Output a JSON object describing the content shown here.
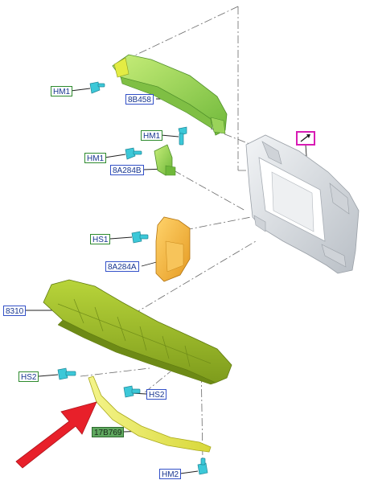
{
  "callouts": {
    "hm1_top": "HM1",
    "part_8b458": "8B458",
    "hm1_mid": "HM1",
    "hm1_left": "HM1",
    "part_8a284b": "8A284B",
    "hs1": "HS1",
    "part_8a284a": "8A284A",
    "part_8310": "8310",
    "hs2_left": "HS2",
    "hs2_right": "HS2",
    "part_17b769": "17B769",
    "hm2": "HM2"
  },
  "icons": {
    "reference_callout": "pencil-arrow-icon",
    "pointer": "red-arrow-icon"
  },
  "colors": {
    "fastener_border": "#2e8b2e",
    "part_border": "#3250c8",
    "label_text": "#17358f",
    "reference_border": "#d81bb4",
    "arrow": "#e8202a",
    "bracket_green": "#8fd14f",
    "deflector_olive": "#9fbf2a",
    "duct_orange": "#f2b33d",
    "trim_yellow": "#e6e65a",
    "carrier_grey": "#d9dde2",
    "fastener_cyan": "#3cc8d8"
  }
}
